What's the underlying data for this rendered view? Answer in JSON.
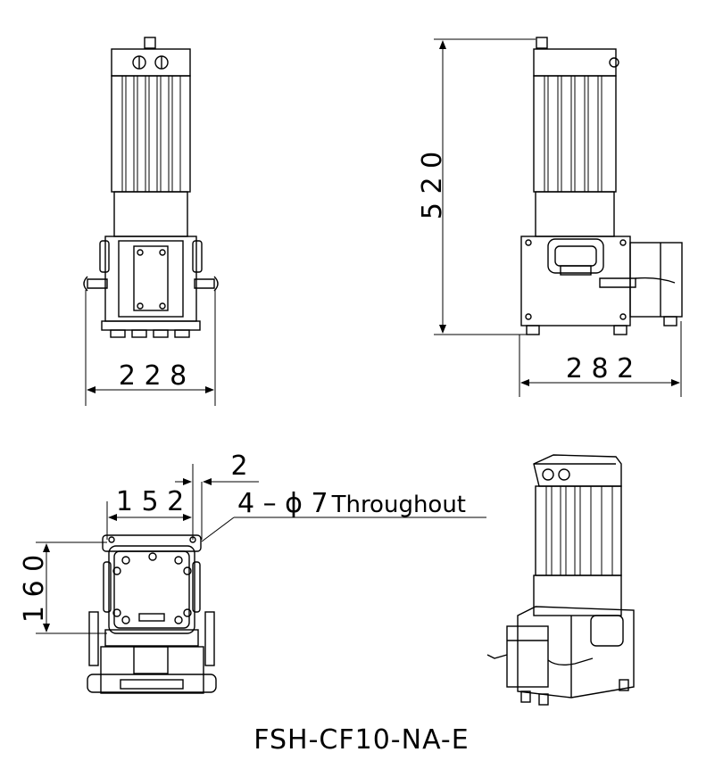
{
  "dimensions": {
    "front_width": "2 2 8",
    "side_width": "2 8 2",
    "height": "5 2 0",
    "bottom_width": "1 5 2",
    "bottom_depth": "1 6 0",
    "hole_offset": "2",
    "holes_prefix": "4 – ϕ 7",
    "holes_suffix": "Throughout"
  },
  "model_name": "FSH-CF10-NA-E"
}
